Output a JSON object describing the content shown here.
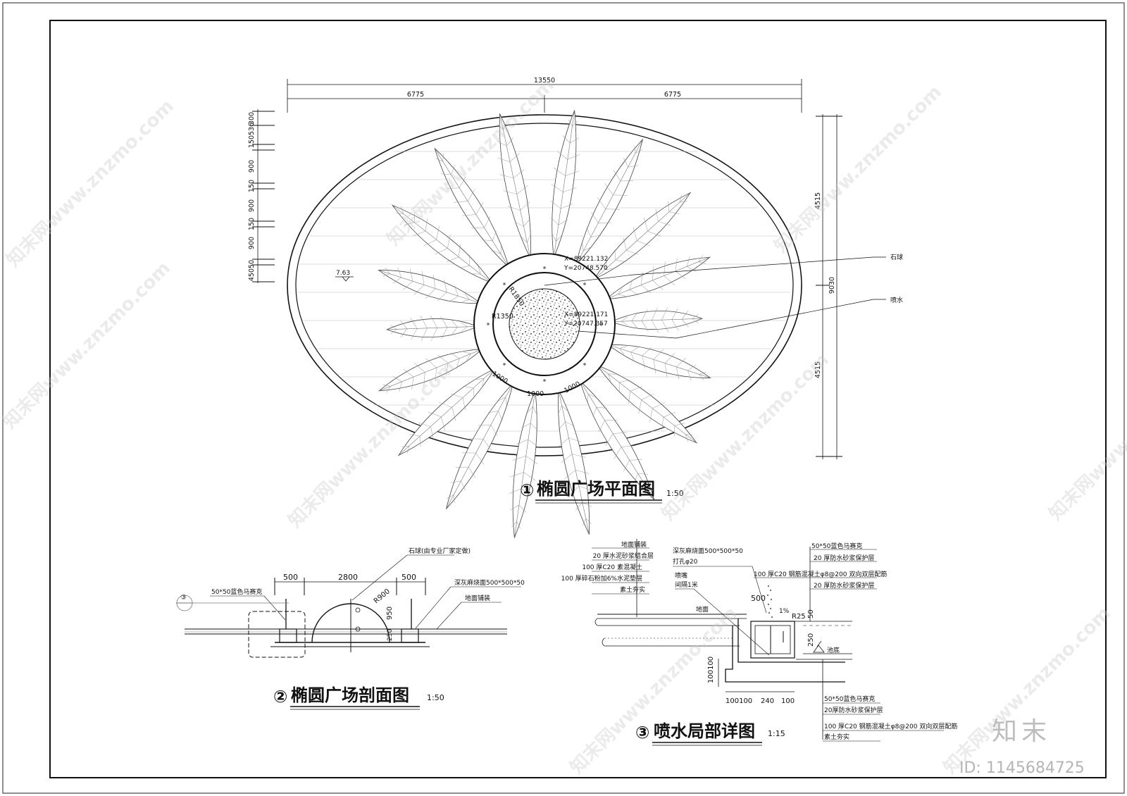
{
  "plan": {
    "dims_top": {
      "overall": "13550",
      "left": "6775",
      "right": "6775"
    },
    "dims_left": [
      "300",
      "150536",
      "150",
      "900",
      "150",
      "900",
      "150",
      "900",
      "45050"
    ],
    "dims_right": {
      "upper": "4515",
      "total": "9030",
      "lower": "4515"
    },
    "elevation": "7.63",
    "coord1": {
      "x": "X=89221.132",
      "y": "Y=20748.570"
    },
    "coord2": {
      "x": "X=89221.171",
      "y": "Y=20747.357"
    },
    "radius_outer": "R1850",
    "radius_inner": "R1350",
    "arc_dims": [
      "1000",
      "1000",
      "1000"
    ],
    "callout_stone": "石球",
    "callout_fountain": "喷水",
    "title_number": "①",
    "title": "椭圆广场平面图",
    "scale": "1:50"
  },
  "section": {
    "callout_stone": "石球(由专业厂家定做)",
    "dims_top": [
      "500",
      "2800",
      "500"
    ],
    "label_mosaic": "50*50蓝色马赛克",
    "label_granite": "深灰麻烧面500*500*50",
    "label_paving": "地面铺装",
    "radius": "R900",
    "height": "950",
    "base": "250",
    "detail_ref": "③",
    "title_number": "②",
    "title": "椭圆广场剖面图",
    "scale": "1:50"
  },
  "detail": {
    "layers_left": [
      "地面铺装",
      "20 厚水泥砂浆结合层",
      "100 厚C20 素混凝土",
      "100 厚碎石粉加6%水泥垫层",
      "素土夯实"
    ],
    "label_granite": "深灰麻烧面500*500*50",
    "label_hole": "打孔φ20",
    "label_nozzle": "喷嘴",
    "label_interval": "间隔1米",
    "layers_right_top": [
      "50*50蓝色马赛克",
      "20 厚防水砂浆保护层",
      "100 厚C20 钢筋混凝土φ8@200 双向双层配筋",
      "20 厚防水砂浆保护层"
    ],
    "layers_right_bottom": [
      "50*50蓝色马赛克",
      "20厚防水砂浆保护层",
      "100 厚C20 钢筋混凝土φ8@200 双向双层配筋",
      "素土夯实"
    ],
    "label_ground": "地面",
    "label_spray": "500",
    "label_slope": "1%",
    "label_r25": "R25",
    "label_50": "50",
    "label_250": "250",
    "label_pool": "池底",
    "dims_vertical": "100100",
    "dims_bottom": [
      "100100",
      "240",
      "100"
    ],
    "title_number": "③",
    "title": "喷水局部详图",
    "scale": "1:15"
  },
  "watermark": {
    "site": "知末网www.znzmo.com",
    "brand": "知末",
    "id": "ID: 1145684725"
  }
}
